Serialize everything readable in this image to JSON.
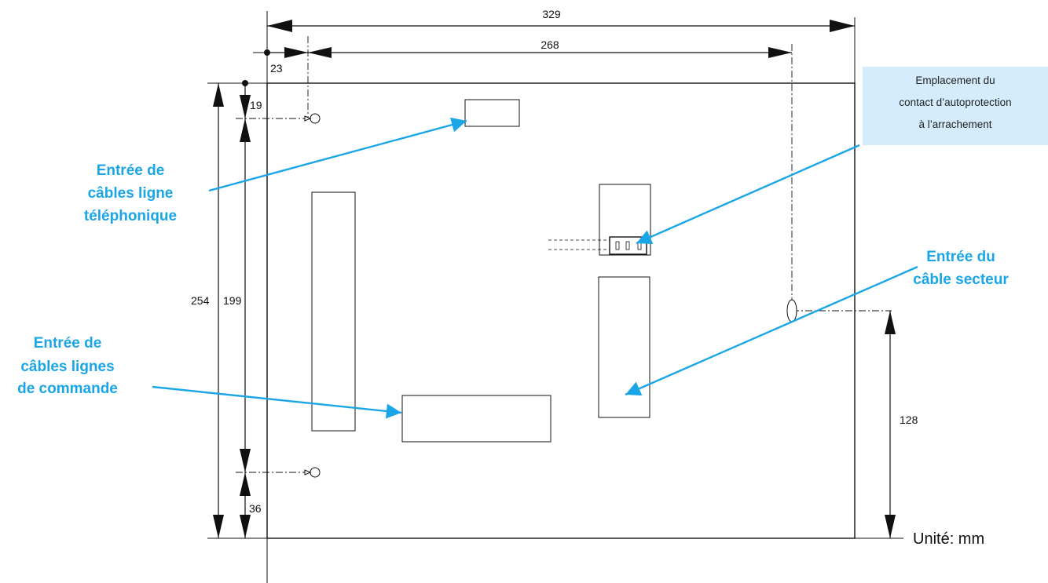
{
  "dimensions": {
    "total_width": "329",
    "hole_spacing": "268",
    "left_offset": "23",
    "top_offset": "19",
    "total_height": "254",
    "hole_vertical": "199",
    "bottom_offset": "36",
    "cable_height": "128"
  },
  "labels": {
    "phone_line": [
      "Entrée de",
      "câbles  ligne",
      "téléphonique"
    ],
    "command_lines": [
      "Entrée de",
      "câbles  lignes",
      "de commande"
    ],
    "mains_cable": [
      "Entrée du",
      "câble secteur"
    ],
    "tamper_note": [
      "Emplacement du",
      "contact d’autoprotection",
      "à l’arrachement"
    ]
  },
  "unit": "Unité: mm",
  "colors": {
    "accent": "#1aa6e6",
    "note_bg": "#d4ecfb",
    "line": "#111111"
  }
}
